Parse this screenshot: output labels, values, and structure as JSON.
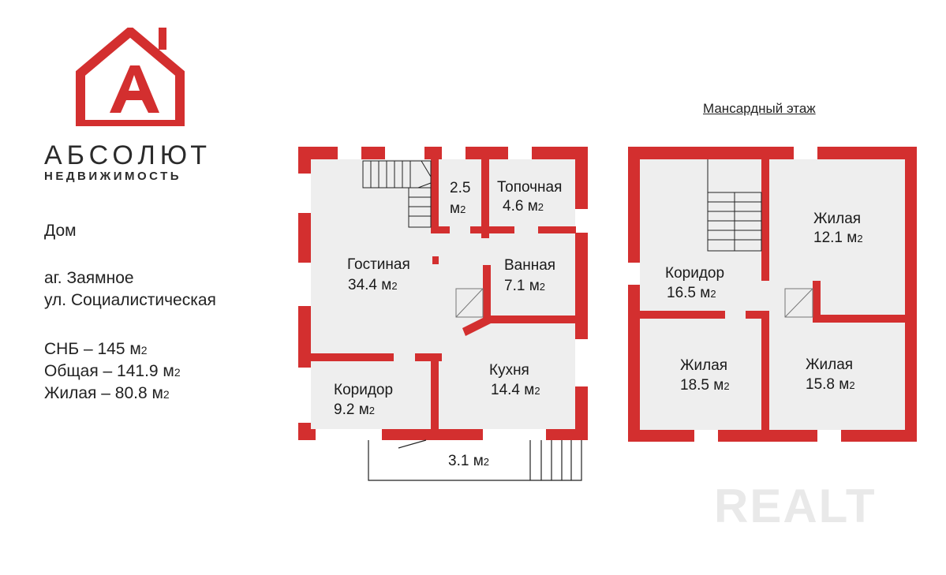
{
  "brand": {
    "name": "АБСОЛЮТ",
    "subtitle": "НЕДВИЖИМОСТЬ",
    "logo_letter": "A",
    "accent_color": "#d32f2f"
  },
  "listing": {
    "type": "Дом",
    "locality": "аг. Заямное",
    "street": "ул. Социалистическая",
    "areas": [
      {
        "label": "СНБ – 145 м",
        "unit_sup": "2"
      },
      {
        "label": "Общая – 141.9 м",
        "unit_sup": "2"
      },
      {
        "label": "Жилая – 80.8 м",
        "unit_sup": "2"
      }
    ]
  },
  "attic_floor_title": "Мансардный этаж",
  "ground_floor_rooms": [
    {
      "name": "Гостиная",
      "area": "34.4 м",
      "unit": "2"
    },
    {
      "name": "2.5",
      "area": "м",
      "unit": "2"
    },
    {
      "name": "Топочная",
      "area": "4.6 м",
      "unit": "2"
    },
    {
      "name": "Ванная",
      "area": "7.1 м",
      "unit": "2"
    },
    {
      "name": "Кухня",
      "area": "14.4 м",
      "unit": "2"
    },
    {
      "name": "Коридор",
      "area": "9.2 м",
      "unit": "2"
    },
    {
      "name": "",
      "area": "3.1 м",
      "unit": "2"
    }
  ],
  "attic_rooms": [
    {
      "name": "Коридор",
      "area": "16.5 м",
      "unit": "2"
    },
    {
      "name": "Жилая",
      "area": "12.1 м",
      "unit": "2"
    },
    {
      "name": "Жилая",
      "area": "18.5 м",
      "unit": "2"
    },
    {
      "name": "Жилая",
      "area": "15.8 м",
      "unit": "2"
    }
  ],
  "watermark": "REALT"
}
